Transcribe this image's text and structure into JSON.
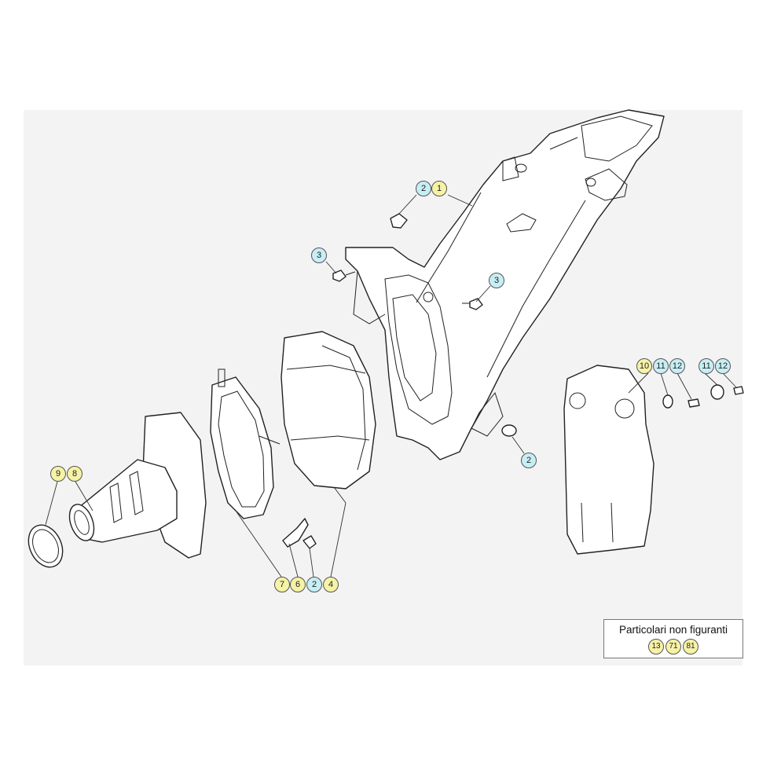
{
  "diagram": {
    "callouts": [
      {
        "id": "c-2-top",
        "label": "2",
        "color": "cyan"
      },
      {
        "id": "c-1-top",
        "label": "1",
        "color": "yellow"
      },
      {
        "id": "c-3-left",
        "label": "3",
        "color": "cyan"
      },
      {
        "id": "c-3-right",
        "label": "3",
        "color": "cyan"
      },
      {
        "id": "c-2-right",
        "label": "2",
        "color": "cyan"
      },
      {
        "id": "c-10",
        "label": "10",
        "color": "yellow"
      },
      {
        "id": "c-11a",
        "label": "11",
        "color": "cyan"
      },
      {
        "id": "c-12a",
        "label": "12",
        "color": "cyan"
      },
      {
        "id": "c-11b",
        "label": "11",
        "color": "cyan"
      },
      {
        "id": "c-12b",
        "label": "12",
        "color": "cyan"
      },
      {
        "id": "c-9",
        "label": "9",
        "color": "yellow"
      },
      {
        "id": "c-8",
        "label": "8",
        "color": "yellow"
      },
      {
        "id": "c-7",
        "label": "7",
        "color": "yellow"
      },
      {
        "id": "c-6",
        "label": "6",
        "color": "yellow"
      },
      {
        "id": "c-2-bottom",
        "label": "2",
        "color": "cyan"
      },
      {
        "id": "c-4",
        "label": "4",
        "color": "yellow"
      }
    ],
    "colors": {
      "yellow": "#f6f2a6",
      "cyan": "#c7eef4",
      "line": "#222222",
      "background": "#f3f3f3"
    }
  },
  "legend": {
    "title": "Particolari non figuranti",
    "numbers": [
      "13",
      "71",
      "81"
    ]
  }
}
